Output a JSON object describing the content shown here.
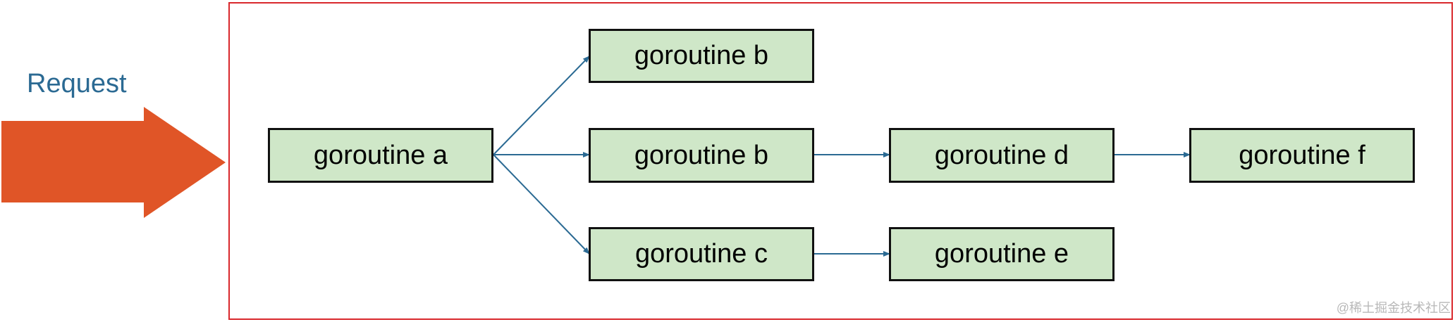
{
  "request_label": "Request",
  "colors": {
    "arrow_fill": "#e05527",
    "frame_border": "#d9282c",
    "node_fill": "#cfe7c8",
    "edge_stroke": "#2b6a93",
    "label_color": "#2b6a93"
  },
  "nodes": {
    "a": "goroutine a",
    "b_top": "goroutine b",
    "b_mid": "goroutine b",
    "c": "goroutine c",
    "d": "goroutine d",
    "e": "goroutine e",
    "f": "goroutine f"
  },
  "edges": [
    [
      "a",
      "b_top"
    ],
    [
      "a",
      "b_mid"
    ],
    [
      "a",
      "c"
    ],
    [
      "b_mid",
      "d"
    ],
    [
      "d",
      "f"
    ],
    [
      "c",
      "e"
    ]
  ],
  "watermark": "@稀土掘金技术社区"
}
